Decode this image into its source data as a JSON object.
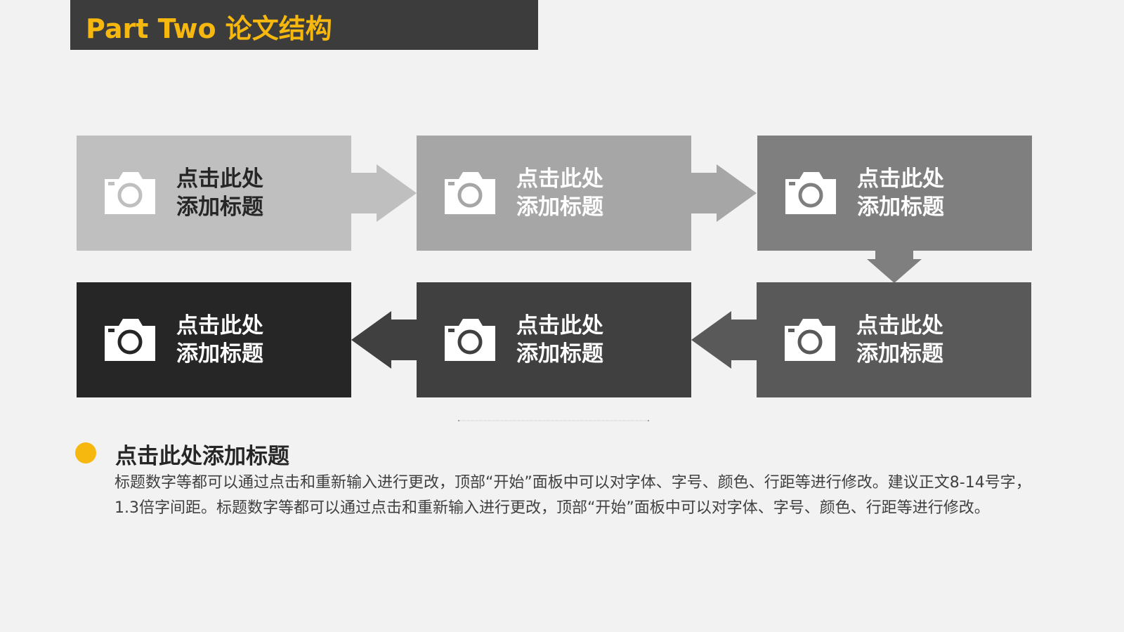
{
  "header": {
    "title": "Part Two 论文结构"
  },
  "colors": {
    "accent": "#f6b80f",
    "header_bg": "#3c3c3c",
    "page_bg": "#f2f2f2",
    "step_colors": [
      "#bfbfbf",
      "#a6a6a6",
      "#7f7f7f",
      "#595959",
      "#404040",
      "#262626"
    ]
  },
  "flow": {
    "steps": [
      {
        "icon": "camera-icon",
        "line1": "点击此处",
        "line2": "添加标题"
      },
      {
        "icon": "camera-icon",
        "line1": "点击此处",
        "line2": "添加标题"
      },
      {
        "icon": "camera-icon",
        "line1": "点击此处",
        "line2": "添加标题"
      },
      {
        "icon": "camera-icon",
        "line1": "点击此处",
        "line2": "添加标题"
      },
      {
        "icon": "camera-icon",
        "line1": "点击此处",
        "line2": "添加标题"
      },
      {
        "icon": "camera-icon",
        "line1": "点击此处",
        "line2": "添加标题"
      }
    ]
  },
  "section": {
    "title": "点击此处添加标题",
    "body": "标题数字等都可以通过点击和重新输入进行更改，顶部“开始”面板中可以对字体、字号、颜色、行距等进行修改。建议正文8-14号字，1.3倍字间距。标题数字等都可以通过点击和重新输入进行更改，顶部“开始”面板中可以对字体、字号、颜色、行距等进行修改。"
  }
}
